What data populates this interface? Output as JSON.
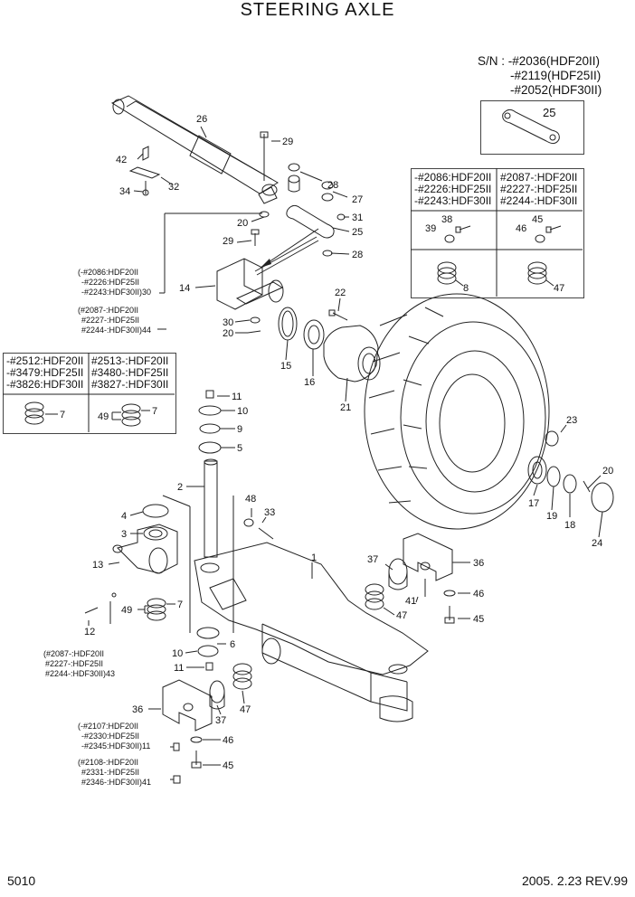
{
  "title": "STEERING AXLE",
  "serial": {
    "lines": [
      "S/N : -#2036(HDF20II)",
      "-#2119(HDF25II)",
      "-#2052(HDF30II)"
    ],
    "part": "25"
  },
  "box_right": {
    "left": [
      "-#2086:HDF20II",
      "-#2226:HDF25II",
      "-#2243:HDF30II"
    ],
    "right": [
      "#2087-:HDF20II",
      "#2227-:HDF25II",
      "#2244-:HDF30II"
    ],
    "parts": [
      "38",
      "39",
      "45",
      "46",
      "8",
      "47"
    ]
  },
  "box_left": {
    "left": [
      "-#2512:HDF20II",
      "-#3479:HDF25II",
      "-#3826:HDF30II"
    ],
    "right": [
      "#2513-:HDF20II",
      "#3480-:HDF25II",
      "#3827-:HDF30II"
    ],
    "parts": [
      "7",
      "49",
      "7"
    ]
  },
  "notes": {
    "n30": [
      "(-#2086:HDF20II",
      "-#2226:HDF25II",
      "-#2243:HDF30II)30"
    ],
    "n44": [
      "(#2087-:HDF20II",
      "#2227-:HDF25II",
      "#2244-:HDF30II)44"
    ],
    "n43": [
      "(#2087-:HDF20II",
      "#2227-:HDF25II",
      "#2244-:HDF30II)43"
    ],
    "n11": [
      "(-#2107:HDF20II",
      "-#2330:HDF25II",
      "-#2345:HDF30II)11"
    ],
    "n41": [
      "(#2108-:HDF20II",
      "#2331-:HDF25II",
      "#2346-:HDF30II)41"
    ]
  },
  "labels": [
    "26",
    "29",
    "42",
    "32",
    "34",
    "28",
    "27",
    "31",
    "25",
    "28",
    "20",
    "29",
    "14",
    "22",
    "30",
    "20",
    "15",
    "16",
    "21",
    "23",
    "11",
    "10",
    "9",
    "5",
    "2",
    "48",
    "33",
    "4",
    "3",
    "13",
    "1",
    "37",
    "36",
    "46",
    "45",
    "41",
    "47",
    "49",
    "7",
    "12",
    "6",
    "10",
    "11",
    "47",
    "37",
    "36",
    "46",
    "45",
    "17",
    "19",
    "18",
    "20",
    "24"
  ],
  "footer": {
    "page": "5010",
    "date": "2005. 2.23 REV.99"
  }
}
